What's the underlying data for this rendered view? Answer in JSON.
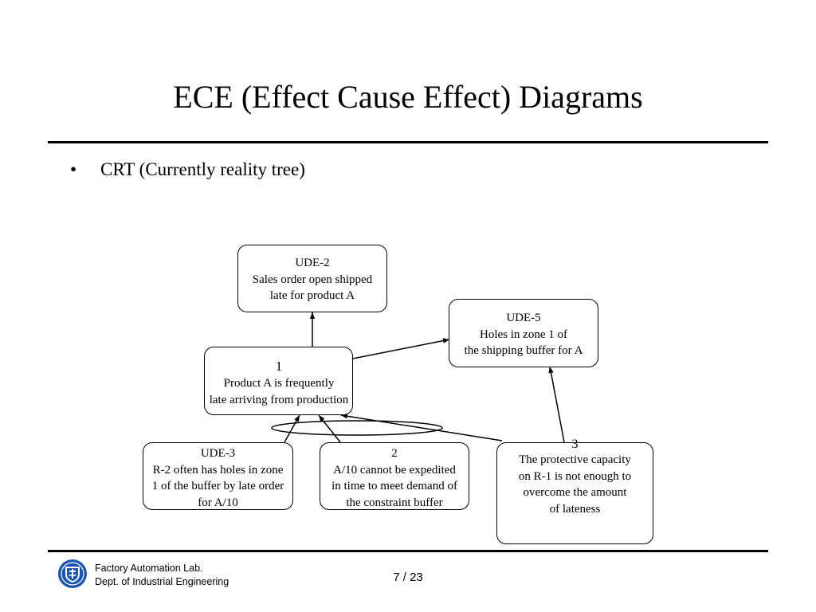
{
  "slide": {
    "title": "ECE (Effect Cause Effect) Diagrams",
    "bullet_symbol": "•",
    "bullet_text": "CRT (Currently reality tree)"
  },
  "diagram": {
    "nodes": {
      "ude2": {
        "lines": [
          "UDE-2",
          "Sales order open shipped",
          "late for product A"
        ]
      },
      "ude5": {
        "lines": [
          "UDE-5",
          "Holes in zone 1 of",
          "the shipping buffer for A"
        ]
      },
      "n1": {
        "lines": [
          "1",
          "Product A is frequently",
          "late arriving from production"
        ]
      },
      "ude3": {
        "lines": [
          "UDE-3",
          "R-2 often has holes in zone",
          "1 of the buffer by late order",
          "for A/10"
        ]
      },
      "n2": {
        "lines": [
          "2",
          "A/10 cannot be expedited",
          "in time to meet demand of",
          "the constraint buffer"
        ]
      },
      "n3": {
        "lines": [
          "3",
          "The protective capacity",
          "on R-1 is not enough to",
          "overcome the amount",
          "of lateness"
        ]
      }
    },
    "edges": [
      {
        "from": "n1",
        "to": "ude2"
      },
      {
        "from": "n1",
        "to": "ude5"
      },
      {
        "from": "n3",
        "to": "ude5"
      },
      {
        "from": "ude3",
        "to": "n1",
        "group": "and"
      },
      {
        "from": "n2",
        "to": "n1",
        "group": "and"
      },
      {
        "from": "n3",
        "to": "n1",
        "group": "and"
      }
    ]
  },
  "footer": {
    "lab": "Factory Automation Lab.",
    "dept": "Dept. of Industrial Engineering",
    "page": "7 / 23",
    "logo_icon": "university-seal-icon",
    "logo_color": "#1a56b0"
  }
}
